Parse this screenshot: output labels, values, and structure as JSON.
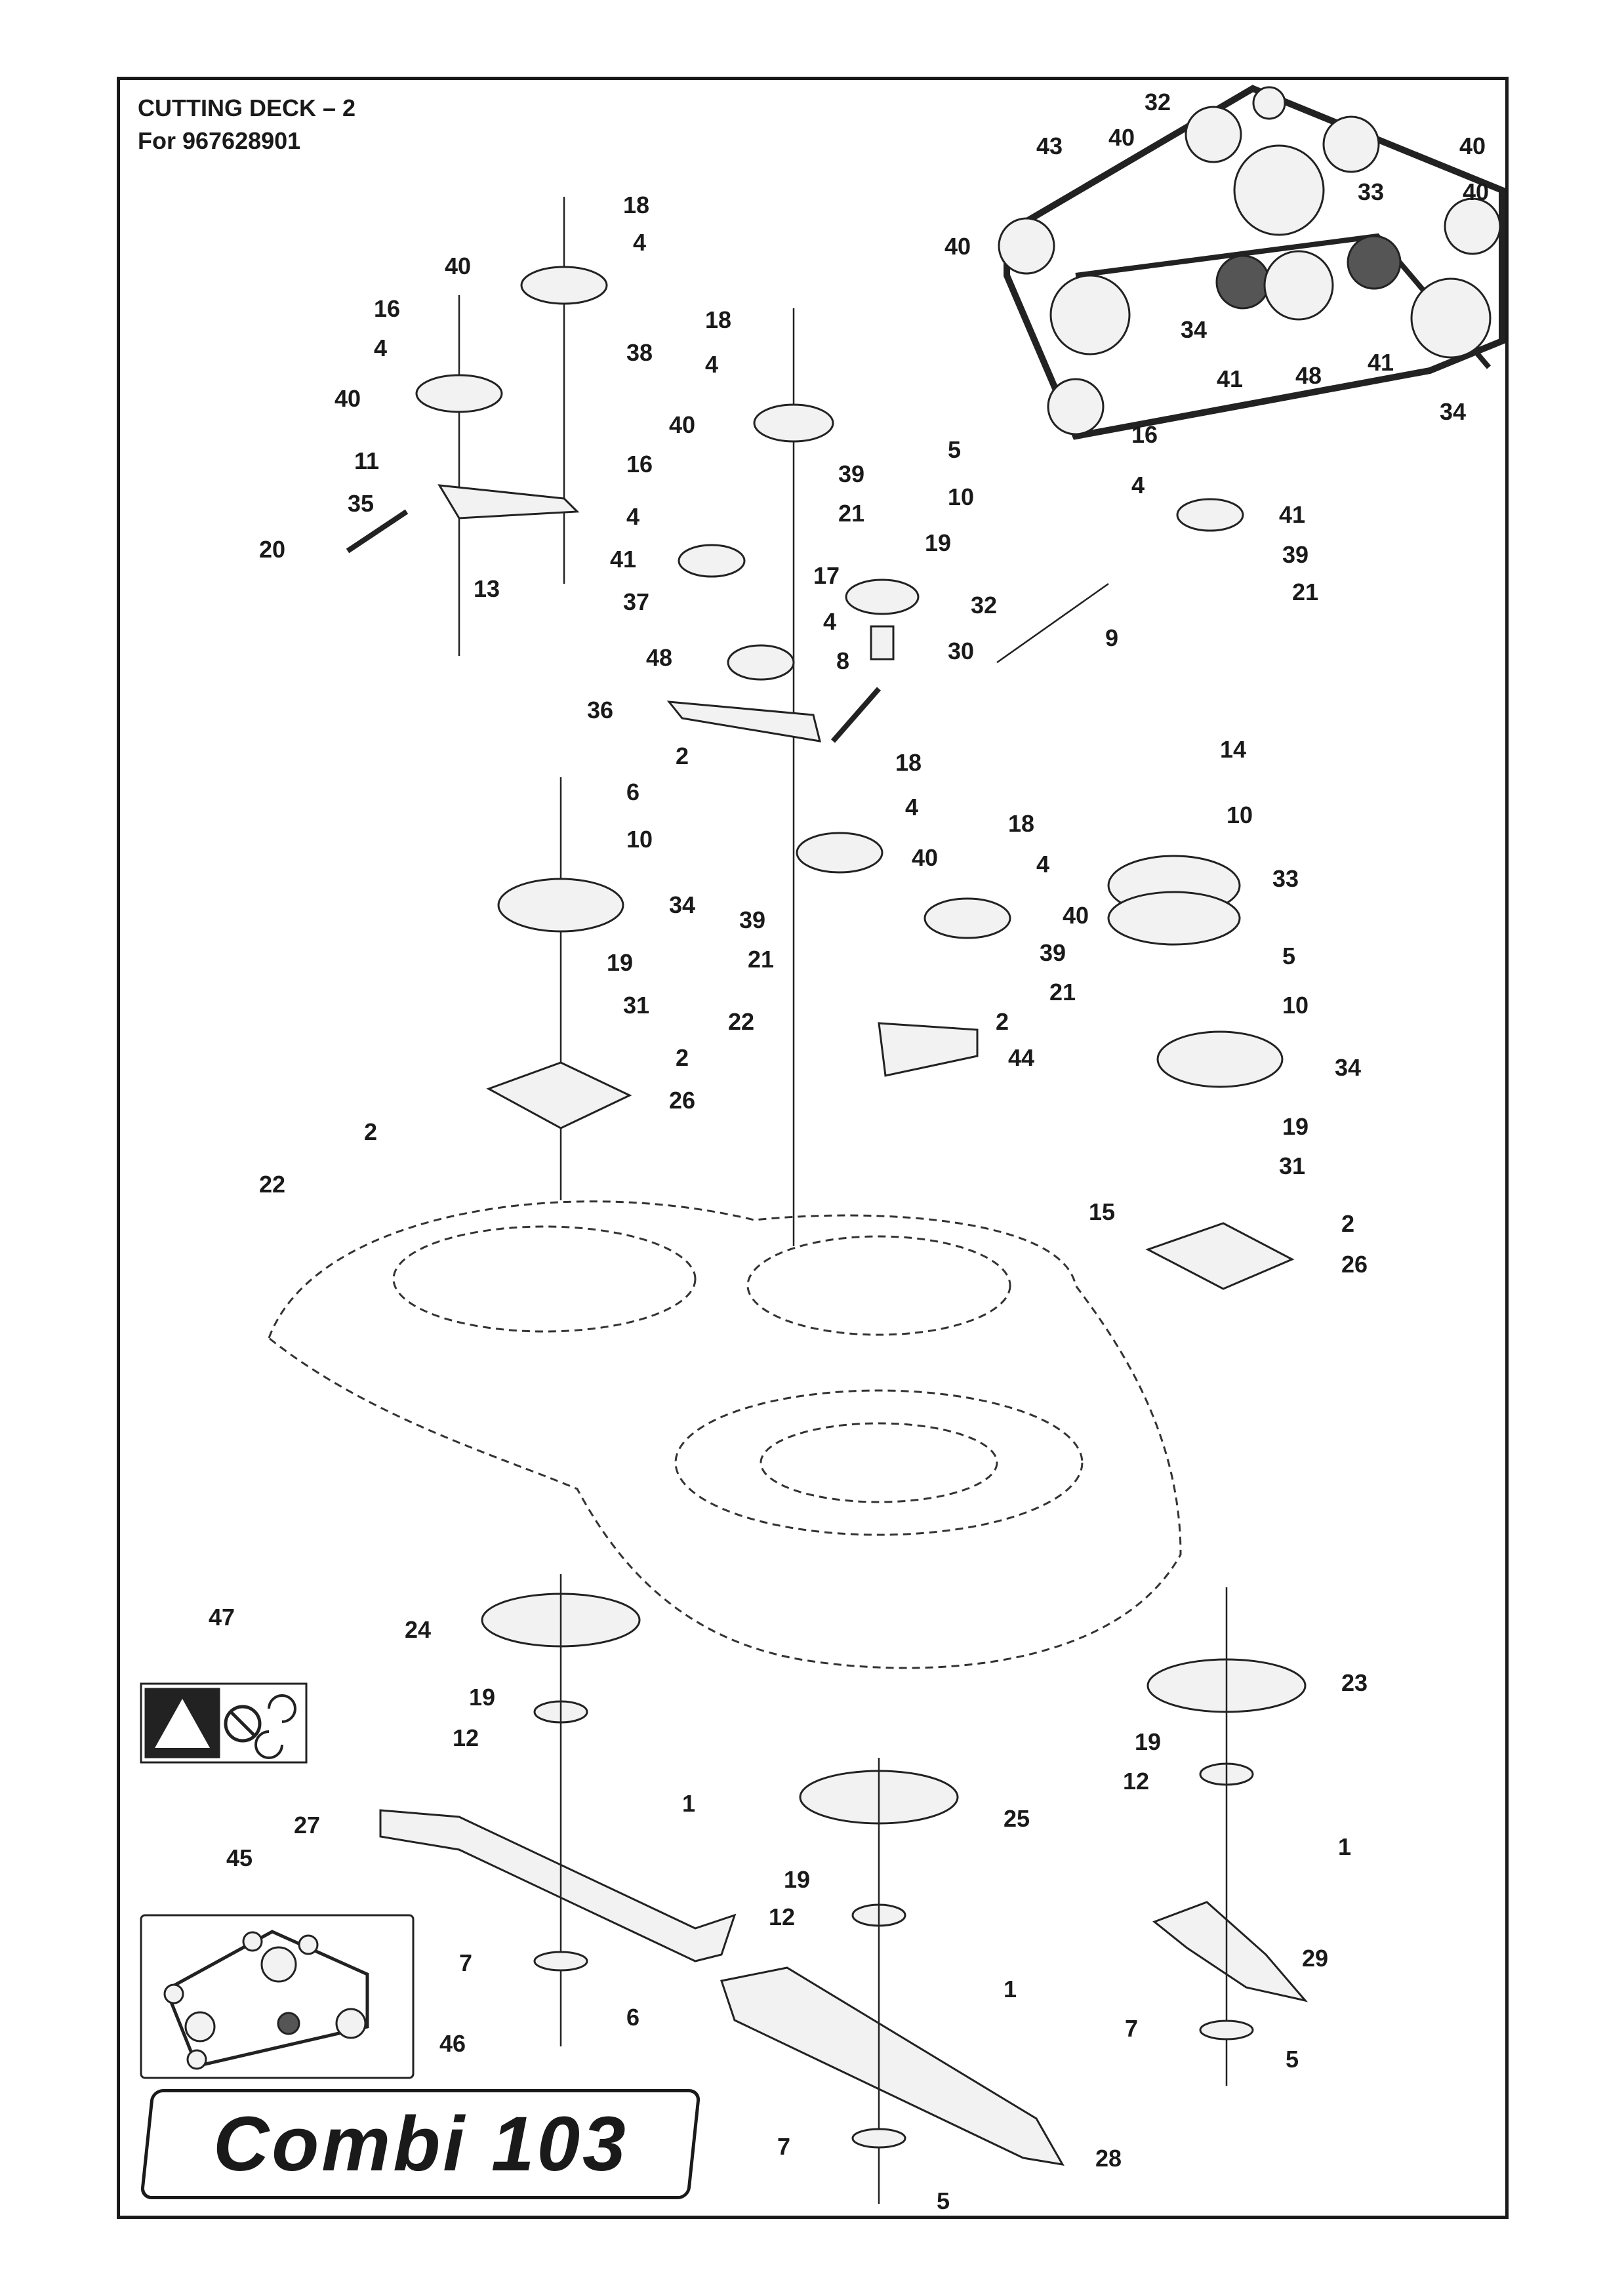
{
  "header": {
    "title": "CUTTING DECK – 2",
    "subtitle": "For 967628901"
  },
  "model_badge": "Combi 103",
  "callouts": [
    "32",
    "40",
    "43",
    "40",
    "33",
    "40",
    "40",
    "34",
    "41",
    "48",
    "41",
    "34",
    "18",
    "4",
    "40",
    "16",
    "4",
    "38",
    "40",
    "18",
    "4",
    "40",
    "11",
    "35",
    "20",
    "13",
    "16",
    "4",
    "41",
    "37",
    "48",
    "36",
    "2",
    "5",
    "39",
    "10",
    "21",
    "19",
    "17",
    "4",
    "32",
    "30",
    "8",
    "9",
    "16",
    "4",
    "41",
    "39",
    "21",
    "6",
    "10",
    "34",
    "19",
    "31",
    "2",
    "26",
    "2",
    "22",
    "18",
    "4",
    "40",
    "39",
    "21",
    "22",
    "18",
    "4",
    "40",
    "39",
    "21",
    "2",
    "44",
    "14",
    "10",
    "33",
    "5",
    "10",
    "34",
    "19",
    "31",
    "15",
    "2",
    "26",
    "47",
    "24",
    "19",
    "12",
    "1",
    "27",
    "45",
    "7",
    "6",
    "46",
    "25",
    "19",
    "12",
    "1",
    "7",
    "5",
    "28",
    "23",
    "19",
    "12",
    "1",
    "29",
    "7",
    "5"
  ]
}
